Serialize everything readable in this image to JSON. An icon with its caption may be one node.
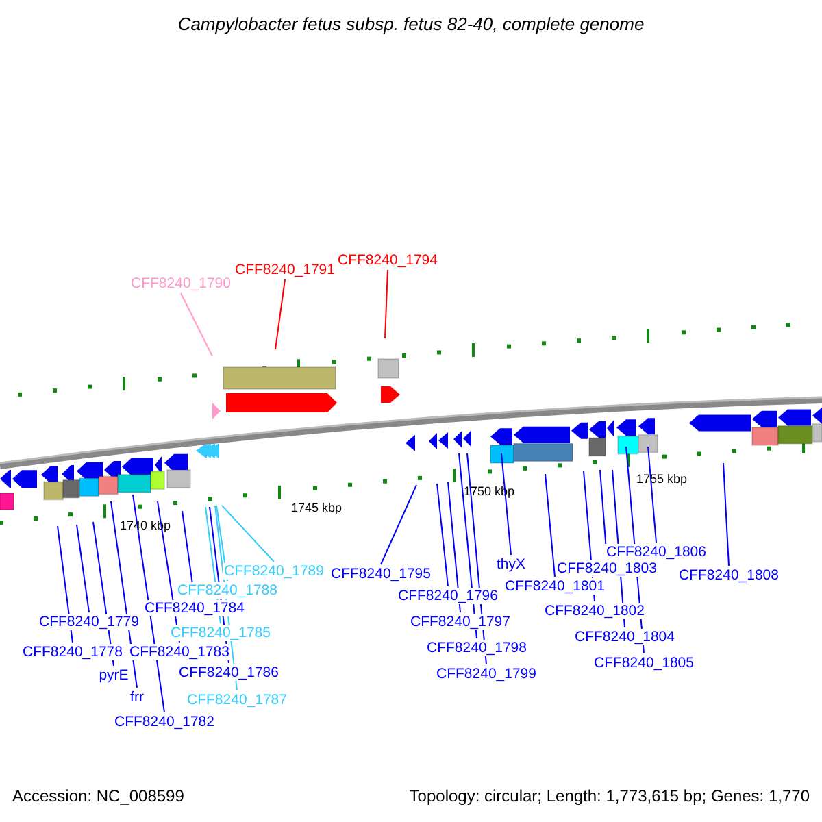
{
  "diagram": {
    "title": "Campylobacter fetus subsp. fetus 82-40, complete genome",
    "nodes": [
      {
        "text": [
          "CFF8240_1790"
        ]
      },
      {
        "text": [
          "CFF8240_1791"
        ]
      },
      {
        "text": [
          "CFF8240_1794"
        ]
      },
      {
        "text": [
          "CFF8240_1778"
        ]
      },
      {
        "text": [
          "CFF8240_1779"
        ]
      },
      {
        "text": [
          "pyrE"
        ]
      },
      {
        "text": [
          "frr"
        ]
      },
      {
        "text": [
          "CFF8240_1782"
        ]
      },
      {
        "text": [
          "CFF8240_1783"
        ]
      },
      {
        "text": [
          "CFF8240_1784"
        ]
      },
      {
        "text": [
          "CFF8240_1785"
        ]
      },
      {
        "text": [
          "CFF8240_1786"
        ]
      },
      {
        "text": [
          "CFF8240_1787"
        ]
      },
      {
        "text": [
          "CFF8240_1788"
        ]
      },
      {
        "text": [
          "CFF8240_1789"
        ]
      },
      {
        "text": [
          "CFF8240_1795"
        ]
      },
      {
        "text": [
          "CFF8240_1796"
        ]
      },
      {
        "text": [
          "CFF8240_1797"
        ]
      },
      {
        "text": [
          "CFF8240_1798"
        ]
      },
      {
        "text": [
          "CFF8240_1799"
        ]
      },
      {
        "text": [
          "thyX"
        ]
      },
      {
        "text": [
          "CFF8240_1801"
        ]
      },
      {
        "text": [
          "CFF8240_1802"
        ]
      },
      {
        "text": [
          "CFF8240_1803"
        ]
      },
      {
        "text": [
          "CFF8240_1804"
        ]
      },
      {
        "text": [
          "CFF8240_1805"
        ]
      },
      {
        "text": [
          "CFF8240_1806"
        ]
      },
      {
        "text": [
          "CFF8240_1808"
        ]
      }
    ],
    "edges": [
      {
        "from": 0,
        "to": null,
        "arrow": "none",
        "color": "#ff99cc"
      },
      {
        "from": 1,
        "to": null,
        "arrow": "none",
        "color": "#ff0000"
      },
      {
        "from": 2,
        "to": null,
        "arrow": "none",
        "color": "#ff0000"
      },
      {
        "from": 3,
        "to": null,
        "arrow": "none"
      },
      {
        "from": 4,
        "to": null,
        "arrow": "none"
      },
      {
        "from": 5,
        "to": null,
        "arrow": "none"
      },
      {
        "from": 6,
        "to": null,
        "arrow": "none"
      },
      {
        "from": 7,
        "to": null,
        "arrow": "none"
      },
      {
        "from": 8,
        "to": null,
        "arrow": "none"
      },
      {
        "from": 9,
        "to": null,
        "arrow": "none"
      },
      {
        "from": 10,
        "to": null,
        "arrow": "none",
        "color": "#33ccff"
      },
      {
        "from": 11,
        "to": null,
        "arrow": "none"
      },
      {
        "from": 12,
        "to": null,
        "arrow": "none",
        "color": "#33ccff"
      },
      {
        "from": 13,
        "to": null,
        "arrow": "none",
        "color": "#33ccff"
      },
      {
        "from": 14,
        "to": null,
        "arrow": "none",
        "color": "#33ccff"
      },
      {
        "from": 15,
        "to": null,
        "arrow": "none"
      },
      {
        "from": 16,
        "to": null,
        "arrow": "none"
      },
      {
        "from": 17,
        "to": null,
        "arrow": "none"
      },
      {
        "from": 18,
        "to": null,
        "arrow": "none"
      },
      {
        "from": 19,
        "to": null,
        "arrow": "none"
      },
      {
        "from": 20,
        "to": null,
        "arrow": "none"
      },
      {
        "from": 21,
        "to": null,
        "arrow": "none"
      },
      {
        "from": 22,
        "to": null,
        "arrow": "none"
      },
      {
        "from": 23,
        "to": null,
        "arrow": "none"
      },
      {
        "from": 24,
        "to": null,
        "arrow": "none"
      },
      {
        "from": 25,
        "to": null,
        "arrow": "none"
      },
      {
        "from": 26,
        "to": null,
        "arrow": "none"
      },
      {
        "from": 27,
        "to": null,
        "arrow": "none"
      }
    ],
    "labels": [
      "1740 kbp",
      "1745 kbp",
      "1750 kbp",
      "1755 kbp",
      "Accession: NC_008599",
      "Topology: circular; Length: 1,773,615 bp; Genes: 1,770"
    ]
  }
}
